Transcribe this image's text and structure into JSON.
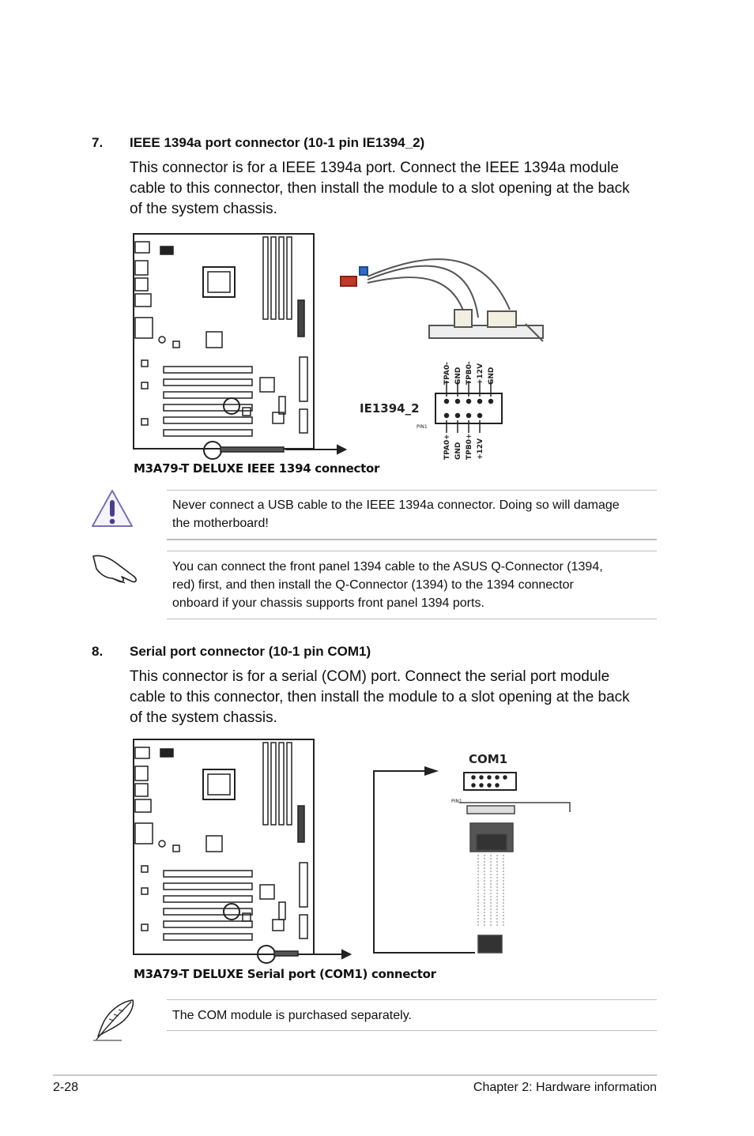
{
  "section7": {
    "number": "7.",
    "title": "IEEE 1394a port connector (10-1 pin IE1394_2)",
    "body": [
      "This connector is for a IEEE 1394a port. Connect the IEEE 1394a module",
      "cable to this connector, then install the module to a slot opening at the back",
      "of the system chassis."
    ],
    "figure": {
      "caption": "M3A79-T DELUXE IEEE 1394 connector",
      "header_label": "IE1394_2",
      "pin_label": "PIN1",
      "top_pins": [
        "TPA0-",
        "GND",
        "TPB0-",
        "+12V",
        "GND"
      ],
      "bottom_pins": [
        "TPA0+",
        "GND",
        "TPB0+",
        "+12V"
      ]
    }
  },
  "caution_note": {
    "icon": "warning-icon",
    "lines": [
      "Never connect a USB cable to the IEEE 1394a connector. Doing so will damage",
      "the motherboard!"
    ]
  },
  "hand_note": {
    "icon": "pointing-hand-icon",
    "lines": [
      "You can connect the front panel 1394 cable to the ASUS Q-Connector (1394,",
      "red) first, and then install the Q-Connector (1394) to the 1394 connector",
      "onboard if your chassis supports front panel 1394 ports."
    ]
  },
  "section8": {
    "number": "8.",
    "title": "Serial port connector (10-1 pin COM1)",
    "body": [
      "This connector is for a serial (COM) port. Connect the serial port module",
      "cable to this connector, then install the module to a slot opening at the back",
      "of the system chassis."
    ],
    "figure": {
      "caption": "M3A79-T DELUXE Serial port (COM1) connector",
      "header_label": "COM1",
      "pin_label": "PIN1"
    }
  },
  "feather_note": {
    "icon": "quill-icon",
    "lines": [
      "The COM module is purchased separately."
    ]
  },
  "footer": {
    "page_number": "2-28",
    "chapter": "Chapter 2: Hardware information"
  }
}
